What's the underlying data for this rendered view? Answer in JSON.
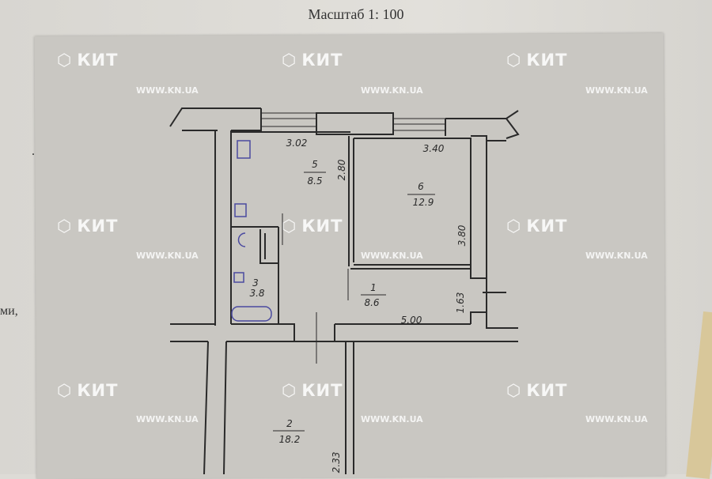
{
  "header": {
    "scale_title": "Масштаб 1: 100"
  },
  "margin_text": {
    "fragment": "ми,",
    "mark": "."
  },
  "rooms": [
    {
      "number": "5",
      "area": "8.5"
    },
    {
      "number": "6",
      "area": "12.9"
    },
    {
      "number": "3",
      "area": "3.8"
    },
    {
      "number": "1",
      "area": "8.6"
    },
    {
      "number": "2",
      "area": "18.2"
    }
  ],
  "dimensions": {
    "room5_width": "3.02",
    "room6_width": "3.40",
    "room5_depth": "2.80",
    "room6_depth": "3.80",
    "room1_width": "5.00",
    "room1_depth": "1.63",
    "room2_dim": "2.33"
  },
  "watermark": {
    "brand": "КИТ",
    "url": "WWW.KN.UA"
  },
  "colors": {
    "paper": "#c9c7c2",
    "ink": "#2a2a2a",
    "fixture_ink": "#4a4aa0"
  }
}
